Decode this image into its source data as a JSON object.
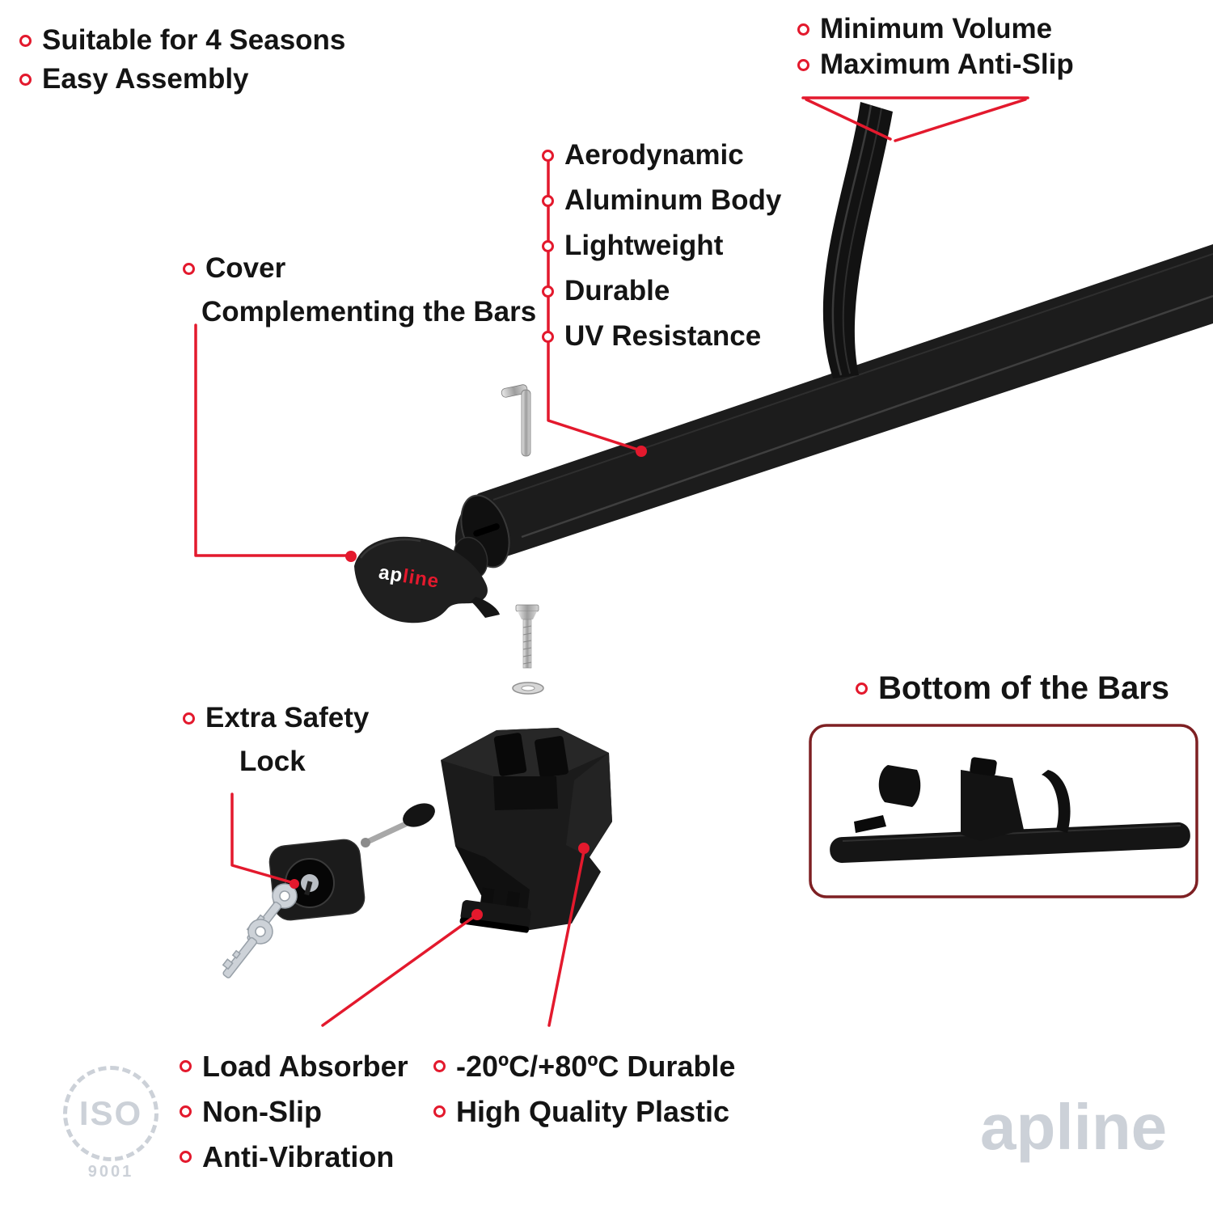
{
  "colors": {
    "accent_red": "#e3192d",
    "text_dark": "#141414",
    "inset_border": "#7e2023",
    "watermark_gray": "#ccd1d8"
  },
  "top_left": [
    "Suitable for 4 Seasons",
    "Easy Assembly"
  ],
  "top_right": [
    "Minimum Volume",
    "Maximum Anti-Slip"
  ],
  "bar_features": [
    "Aerodynamic",
    "Aluminum Body",
    "Lightweight",
    "Durable",
    "UV Resistance"
  ],
  "cover": {
    "line1": "Cover",
    "line2": "Complementing the Bars"
  },
  "safety": {
    "line1": "Extra Safety",
    "line2": "Lock"
  },
  "inset": {
    "title": "Bottom of the Bars"
  },
  "bottom_left": [
    "Load Absorber",
    "Non-Slip",
    "Anti-Vibration"
  ],
  "bottom_center": [
    "-20ºC/+80ºC Durable",
    "High Quality Plastic"
  ],
  "brand": {
    "prefix": "ap",
    "suffix": "line"
  },
  "watermarks": {
    "brand": "apline",
    "iso_title": "ISO",
    "iso_number": "9001"
  }
}
